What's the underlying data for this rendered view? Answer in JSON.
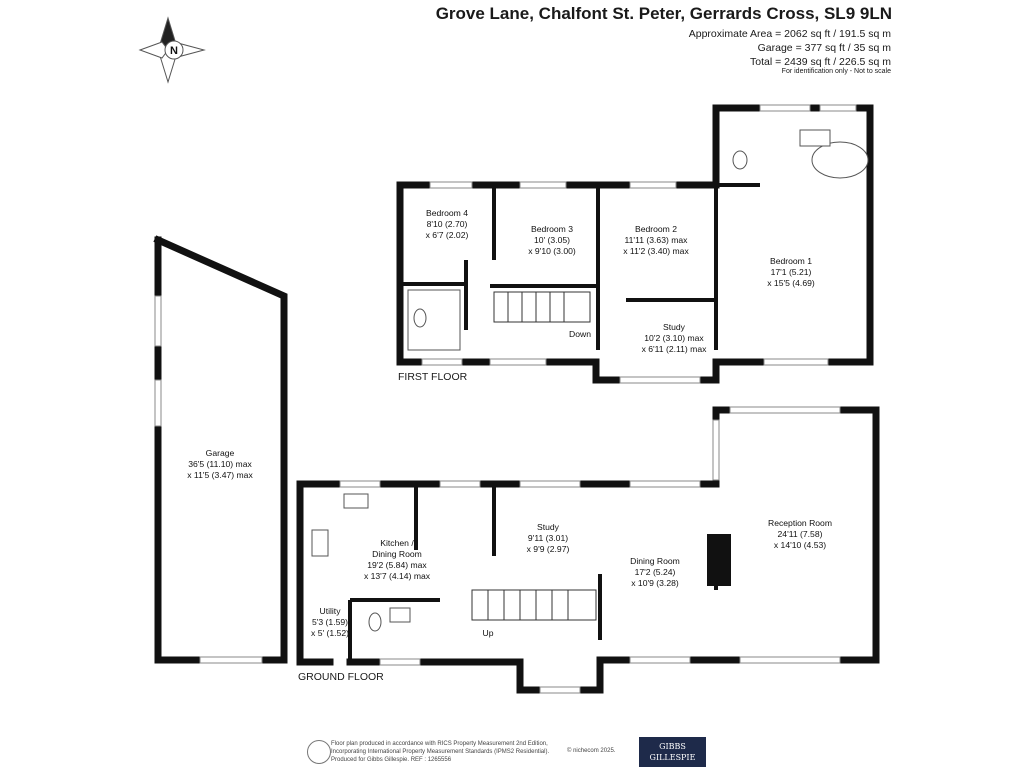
{
  "header": {
    "address": "Grove Lane, Chalfont St. Peter, Gerrards Cross, SL9 9LN",
    "approx_area": "Approximate Area = 2062 sq ft / 191.5 sq m",
    "garage_area": "Garage = 377 sq ft / 35 sq m",
    "total_area": "Total = 2439 sq ft / 226.5 sq m",
    "note": "For identification only - Not to scale"
  },
  "compass": {
    "letter": "N",
    "icon": "compass-icon"
  },
  "floors": {
    "first": "FIRST FLOOR",
    "ground": "GROUND FLOOR"
  },
  "rooms": {
    "bedroom4": [
      "Bedroom 4",
      "8'10 (2.70)",
      "x 6'7 (2.02)"
    ],
    "bedroom3": [
      "Bedroom 3",
      "10' (3.05)",
      "x 9'10 (3.00)"
    ],
    "bedroom2": [
      "Bedroom 2",
      "11'11 (3.63) max",
      "x 11'2 (3.40) max"
    ],
    "bedroom1": [
      "Bedroom 1",
      "17'1 (5.21)",
      "x 15'5 (4.69)"
    ],
    "study_first": [
      "Study",
      "10'2 (3.10) max",
      "x 6'11 (2.11) max"
    ],
    "garage": [
      "Garage",
      "36'5 (11.10) max",
      "x 11'5 (3.47) max"
    ],
    "kitchen": [
      "Kitchen /",
      "Dining Room",
      "19'2 (5.84) max",
      "x 13'7 (4.14) max"
    ],
    "study_ground": [
      "Study",
      "9'11 (3.01)",
      "x 9'9 (2.97)"
    ],
    "dining": [
      "Dining Room",
      "17'2 (5.24)",
      "x 10'9 (3.28)"
    ],
    "reception": [
      "Reception Room",
      "24'11 (7.58)",
      "x 14'10 (4.53)"
    ],
    "utility": [
      "Utility",
      "5'3 (1.59)",
      "x 5' (1.52)"
    ]
  },
  "stairs": {
    "down": "Down",
    "up": "Up"
  },
  "footer": {
    "disclaimer_1": "Floor plan produced in accordance with RICS Property Measurement 2nd Edition,",
    "disclaimer_2": "Incorporating International Property Measurement Standards (IPMS2 Residential).",
    "disclaimer_3": "Produced for Gibbs Gillespie.   REF : 1265556",
    "copyright": "© nichecom 2025.",
    "logo_line1": "GIBBS",
    "logo_line2": "GILLESPIE"
  },
  "colors": {
    "wall": "#111111",
    "logo_bg": "#1e2a4a",
    "line": "#555555"
  }
}
